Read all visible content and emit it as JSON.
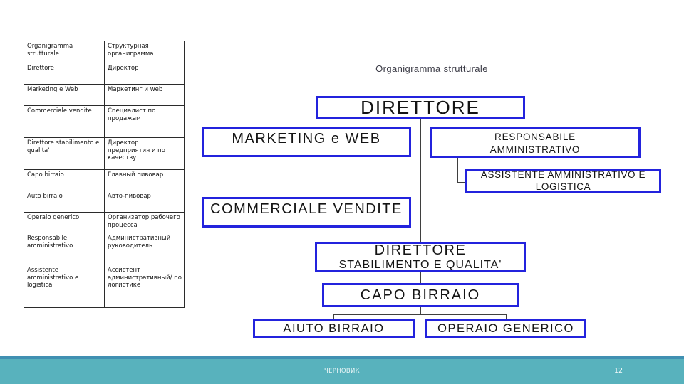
{
  "slide": {
    "title": "Organigramma strutturale",
    "footer": {
      "status": "ЧЕРНОВИК",
      "page_number": "12",
      "bar_color": "#58b2bd",
      "strip_color": "#4090b2"
    }
  },
  "glossary_table": {
    "rows": [
      {
        "it": "Organigramma strutturale",
        "ru": "Структурная органиграмма"
      },
      {
        "it": "Direttore",
        "ru": "Директор"
      },
      {
        "it": "Marketing e Web",
        "ru": "Маркетинг и web"
      },
      {
        "it": "Commerciale vendite",
        "ru": "Специалист по продажам"
      },
      {
        "it": "Direttore stabilimento e qualita'",
        "ru": "Директор предприятия и по качеству"
      },
      {
        "it": "Capo birraio",
        "ru": "Главный пивовар"
      },
      {
        "it": "Auto birraio",
        "ru": "Авто-пивовар"
      },
      {
        "it": "Operaio generico",
        "ru": "Организатор рабочего процесса"
      },
      {
        "it": "Responsabile amministrativo",
        "ru": "Административный руководитель"
      },
      {
        "it": "Assistente amministrativo e logistica",
        "ru": "Ассистент административный/ по логистике"
      }
    ]
  },
  "org_chart": {
    "border_color": "#2323dd",
    "line_color": "#3f3f3f",
    "nodes": {
      "direttore": {
        "label": "DIRETTORE"
      },
      "marketing": {
        "label": "MARKETING e WEB"
      },
      "responsabile": {
        "line1": "RESPONSABILE",
        "line2": "AMMINISTRATIVO"
      },
      "assistente": {
        "line1": "ASSISTENTE AMMINISTRATIVO E",
        "line2": "LOGISTICA"
      },
      "commerciale": {
        "label": "COMMERCIALE VENDITE"
      },
      "stabilimento": {
        "line1": "DIRETTORE",
        "line2": "STABILIMENTO E QUALITA'"
      },
      "capo": {
        "label": "CAPO BIRRAIO"
      },
      "aiuto": {
        "label": "AIUTO BIRRAIO"
      },
      "operaio": {
        "label": "OPERAIO GENERICO"
      }
    }
  }
}
